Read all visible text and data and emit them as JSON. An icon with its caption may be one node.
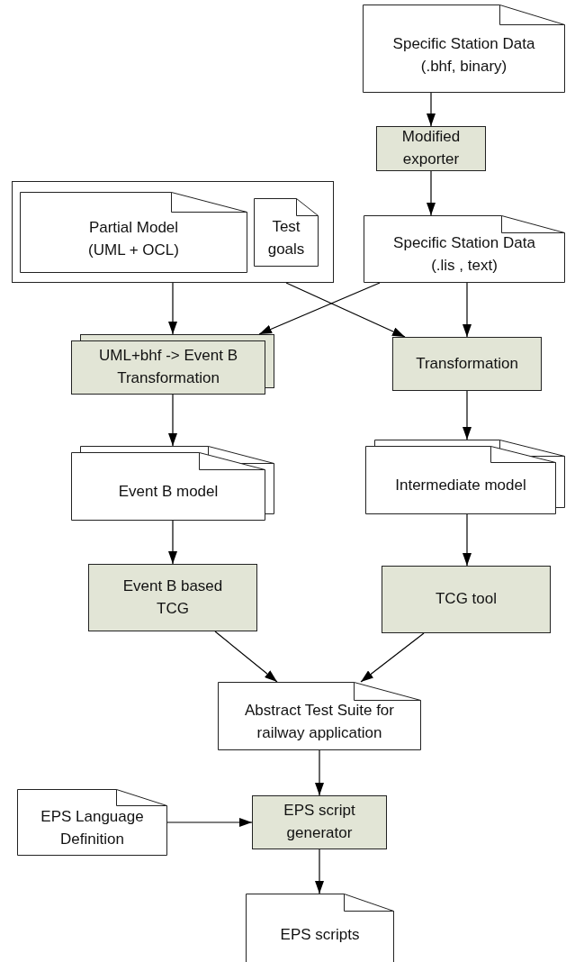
{
  "diagram": {
    "nodes": [
      {
        "text": [
          "Specific Station Data (.bhf, binary)"
        ]
      },
      {
        "text": [
          "Modified exporter"
        ]
      },
      {
        "text": [],
        "shape": "box"
      },
      {
        "text": [
          "Partial Model (UML + OCL)"
        ],
        "in": 2
      },
      {
        "text": [
          "Test goals"
        ],
        "in": 2
      },
      {
        "text": [
          "Specific Station Data (.lis , text)"
        ]
      },
      {
        "text": [
          "UML+bhf -> Event B Transformation"
        ]
      },
      {
        "text": [
          "Transformation"
        ]
      },
      {
        "text": [
          "Event B model"
        ]
      },
      {
        "text": [
          "Intermediate model"
        ]
      },
      {
        "text": [
          "Event B based TCG"
        ]
      },
      {
        "text": [
          "TCG tool"
        ]
      },
      {
        "text": [
          "Abstract Test Suite for railway application"
        ]
      },
      {
        "text": [
          "EPS script generator"
        ]
      },
      {
        "text": [
          "EPS Language Definition"
        ]
      },
      {
        "text": [
          "EPS scripts"
        ]
      }
    ],
    "edges": [
      {
        "from": 0,
        "to": 1,
        "arrow": "to"
      },
      {
        "from": 1,
        "to": 5,
        "arrow": "to"
      },
      {
        "from": 2,
        "to": 6,
        "arrow": "to"
      },
      {
        "from": 2,
        "to": 7,
        "arrow": "to"
      },
      {
        "from": 5,
        "to": 6,
        "arrow": "to"
      },
      {
        "from": 5,
        "to": 7,
        "arrow": "to"
      },
      {
        "from": 6,
        "to": 8,
        "arrow": "to"
      },
      {
        "from": 7,
        "to": 9,
        "arrow": "to"
      },
      {
        "from": 8,
        "to": 10,
        "arrow": "to"
      },
      {
        "from": 9,
        "to": 11,
        "arrow": "to"
      },
      {
        "from": 10,
        "to": 12,
        "arrow": "to"
      },
      {
        "from": 11,
        "to": 12,
        "arrow": "to"
      },
      {
        "from": 12,
        "to": 13,
        "arrow": "to"
      },
      {
        "from": 14,
        "to": 13,
        "arrow": "to"
      },
      {
        "from": 13,
        "to": 15,
        "arrow": "to"
      }
    ]
  }
}
